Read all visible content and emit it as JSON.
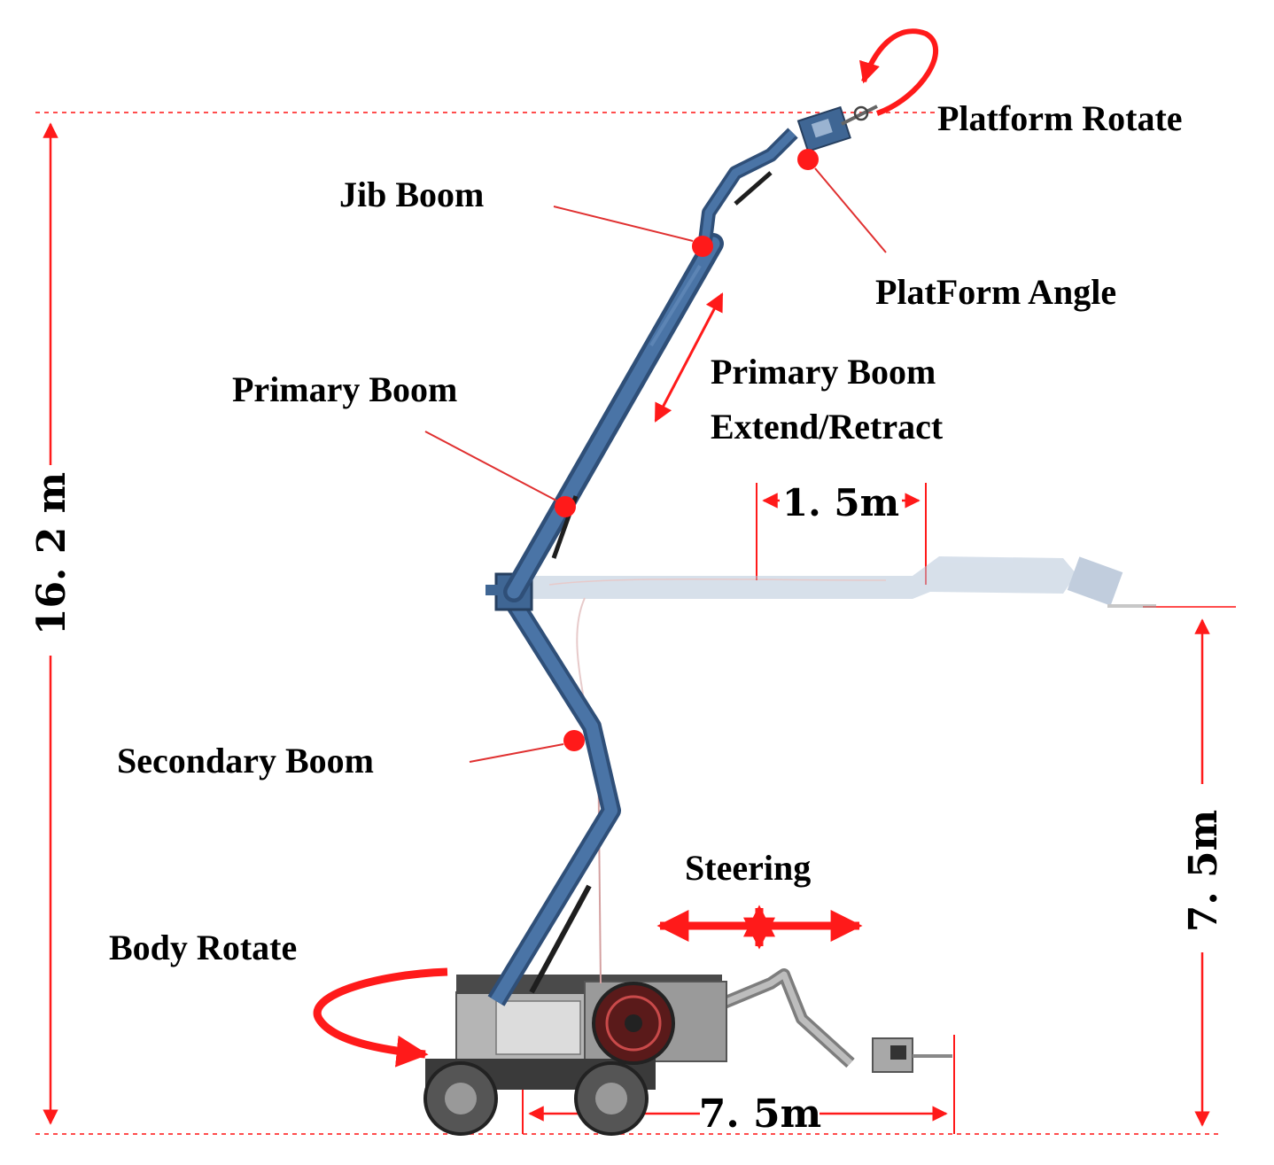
{
  "labels": {
    "platform_rotate": "Platform Rotate",
    "jib_boom": "Jib Boom",
    "platform_angle": "PlatForm Angle",
    "primary_boom": "Primary Boom",
    "primary_boom_extend_line1": "Primary Boom",
    "primary_boom_extend_line2": "Extend/Retract",
    "secondary_boom": "Secondary Boom",
    "steering": "Steering",
    "body_rotate": "Body Rotate"
  },
  "dimensions": {
    "total_height": "16. 2 m",
    "platform_height": "7. 5m",
    "horizontal_reach": "7. 5m",
    "jib_extension": "1. 5m"
  },
  "colors": {
    "boom_blue": "#3f6694",
    "boom_ghost": "#b7c7da",
    "accent_red": "#ff1a1a",
    "chassis_grey": "#9a9a9a"
  }
}
